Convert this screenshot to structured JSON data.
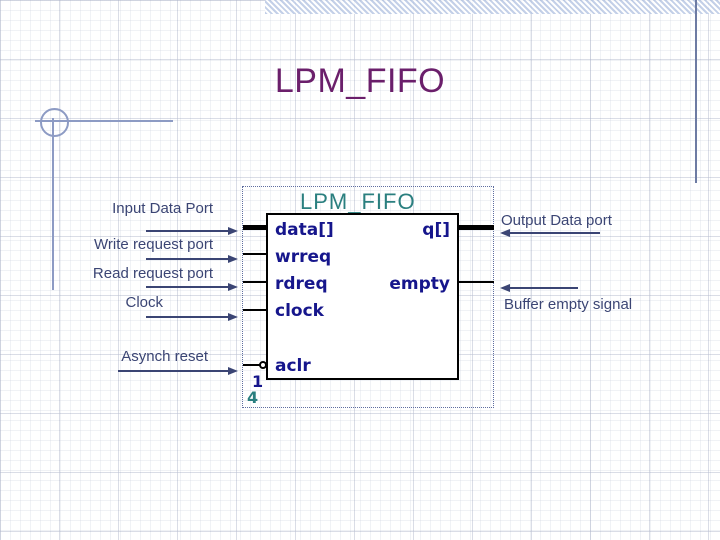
{
  "slide": {
    "title": "LPM_FIFO",
    "title_color": "#6b1f6b",
    "background": "#ffffff",
    "accent_line_color": "#8d9bc4"
  },
  "schematic": {
    "block_label": "LPM_FIFO",
    "block_label_color": "#2a7f7f",
    "port_color": "#16168c",
    "inputs": [
      {
        "name": "data[]",
        "type": "bus"
      },
      {
        "name": "wrreq",
        "type": "wire"
      },
      {
        "name": "rdreq",
        "type": "wire"
      },
      {
        "name": "clock",
        "type": "wire"
      },
      {
        "name": "aclr",
        "type": "wire-inverted"
      }
    ],
    "outputs": [
      {
        "name": "q[]",
        "type": "bus"
      },
      {
        "name": "empty",
        "type": "wire"
      }
    ],
    "corner_numbers": [
      {
        "text": "1",
        "color": "#16168c"
      },
      {
        "text": "4",
        "color": "#2a7f7f"
      }
    ]
  },
  "annotations": {
    "left": [
      {
        "label": "Input Data Port"
      },
      {
        "label": "Write request port"
      },
      {
        "label": "Read request port"
      },
      {
        "label": "Clock"
      },
      {
        "label": "Asynch reset"
      }
    ],
    "right": [
      {
        "label": "Output Data port"
      },
      {
        "label": "Buffer empty signal"
      }
    ],
    "label_color": "#3b4574"
  }
}
